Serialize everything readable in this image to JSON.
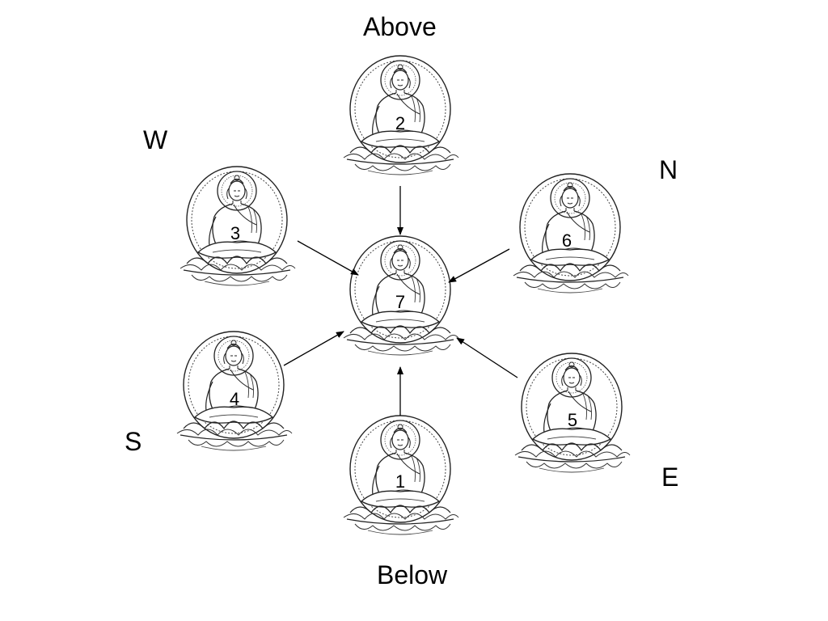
{
  "directions": {
    "above": "Above",
    "below": "Below",
    "west": "W",
    "north": "N",
    "south": "S",
    "east": "E"
  },
  "figures": [
    {
      "id": "center",
      "number": "7"
    },
    {
      "id": "above",
      "number": "2"
    },
    {
      "id": "below",
      "number": "1"
    },
    {
      "id": "west",
      "number": "3"
    },
    {
      "id": "north",
      "number": "6"
    },
    {
      "id": "south",
      "number": "4"
    },
    {
      "id": "east",
      "number": "5"
    }
  ],
  "icon": "seated-buddha-icon"
}
